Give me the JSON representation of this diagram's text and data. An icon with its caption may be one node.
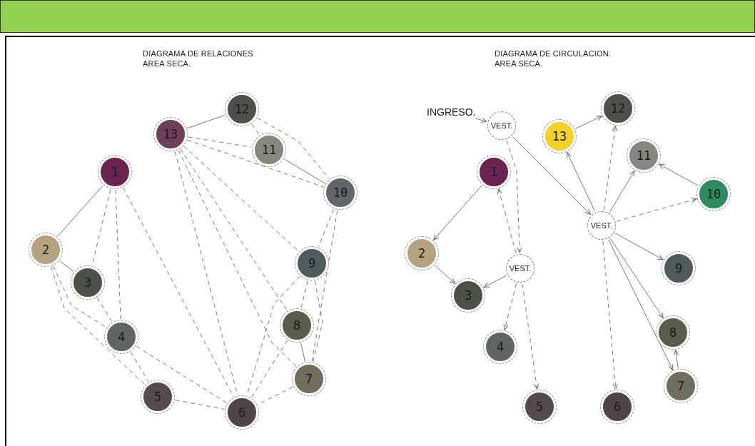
{
  "diagram": {
    "nodes": [
      {
        "text": [
          "1"
        ]
      },
      {
        "text": [
          "2"
        ]
      },
      {
        "text": [
          "3"
        ]
      },
      {
        "text": [
          "4"
        ]
      },
      {
        "text": [
          "5"
        ]
      },
      {
        "text": [
          "6"
        ]
      },
      {
        "text": [
          "7"
        ]
      },
      {
        "text": [
          "8"
        ]
      },
      {
        "text": [
          "9"
        ]
      },
      {
        "text": [
          "10"
        ]
      },
      {
        "text": [
          "11"
        ]
      },
      {
        "text": [
          "12"
        ]
      },
      {
        "text": [
          "13"
        ]
      },
      {
        "text": [
          "INGRESO."
        ]
      },
      {
        "text": [
          "VEST."
        ]
      },
      {
        "text": [
          "1"
        ]
      },
      {
        "text": [
          "2"
        ]
      },
      {
        "text": [
          "3"
        ]
      },
      {
        "text": [
          "4"
        ]
      },
      {
        "text": [
          "5"
        ]
      },
      {
        "text": [
          "6"
        ]
      },
      {
        "text": [
          "7"
        ]
      },
      {
        "text": [
          "8"
        ]
      },
      {
        "text": [
          "9"
        ]
      },
      {
        "text": [
          "10"
        ]
      },
      {
        "text": [
          "11"
        ]
      },
      {
        "text": [
          "12"
        ]
      },
      {
        "text": [
          "13"
        ]
      },
      {
        "text": [
          "VEST."
        ]
      },
      {
        "text": [
          "VEST."
        ]
      }
    ],
    "edges": [
      {
        "from": 0,
        "to": 1,
        "arrow": "none"
      },
      {
        "from": 1,
        "to": 2,
        "arrow": "none"
      },
      {
        "from": 12,
        "to": 11,
        "arrow": "none"
      },
      {
        "from": 10,
        "to": 9,
        "arrow": "none"
      },
      {
        "from": 7,
        "to": 6,
        "arrow": "none"
      },
      {
        "from": 0,
        "to": 2,
        "arrow": "none",
        "style": "dashed"
      },
      {
        "from": 0,
        "to": 3,
        "arrow": "none",
        "style": "dashed"
      },
      {
        "from": 0,
        "to": 5,
        "arrow": "none",
        "style": "dashed"
      },
      {
        "from": 1,
        "to": 3,
        "arrow": "none",
        "style": "dashed"
      },
      {
        "from": 1,
        "to": 4,
        "arrow": "none",
        "style": "dashed"
      },
      {
        "from": 2,
        "to": 3,
        "arrow": "none",
        "style": "dashed"
      },
      {
        "from": 3,
        "to": 4,
        "arrow": "none",
        "style": "dashed"
      },
      {
        "from": 3,
        "to": 5,
        "arrow": "none",
        "style": "dashed"
      },
      {
        "from": 4,
        "to": 5,
        "arrow": "none",
        "style": "dashed"
      },
      {
        "from": 12,
        "to": 10,
        "arrow": "none",
        "style": "dashed"
      },
      {
        "from": 12,
        "to": 9,
        "arrow": "none",
        "style": "dashed"
      },
      {
        "from": 12,
        "to": 8,
        "arrow": "none",
        "style": "dashed"
      },
      {
        "from": 12,
        "to": 7,
        "arrow": "none",
        "style": "dashed"
      },
      {
        "from": 12,
        "to": 6,
        "arrow": "none",
        "style": "dashed"
      },
      {
        "from": 12,
        "to": 5,
        "arrow": "none",
        "style": "dashed"
      },
      {
        "from": 11,
        "to": 10,
        "arrow": "none",
        "style": "dashed"
      },
      {
        "from": 11,
        "to": 9,
        "arrow": "none",
        "style": "dashed"
      },
      {
        "from": 9,
        "to": 8,
        "arrow": "none",
        "style": "dashed"
      },
      {
        "from": 9,
        "to": 6,
        "arrow": "none",
        "style": "dashed"
      },
      {
        "from": 8,
        "to": 7,
        "arrow": "none",
        "style": "dashed"
      },
      {
        "from": 8,
        "to": 6,
        "arrow": "none",
        "style": "dashed"
      },
      {
        "from": 8,
        "to": 5,
        "arrow": "none",
        "style": "dashed"
      },
      {
        "from": 7,
        "to": 5,
        "arrow": "none",
        "style": "dashed"
      },
      {
        "from": 6,
        "to": 5,
        "arrow": "none",
        "style": "dashed"
      },
      {
        "from": 13,
        "to": 14,
        "arrow": "to"
      },
      {
        "from": 14,
        "to": 28,
        "arrow": "to",
        "style": "dashed"
      },
      {
        "from": 14,
        "to": 29,
        "arrow": "to"
      },
      {
        "from": 15,
        "to": 16,
        "arrow": "to"
      },
      {
        "from": 16,
        "to": 17,
        "arrow": "to"
      },
      {
        "from": 28,
        "to": 15,
        "arrow": "to",
        "style": "dashed"
      },
      {
        "from": 28,
        "to": 17,
        "arrow": "to"
      },
      {
        "from": 28,
        "to": 18,
        "arrow": "to",
        "style": "dashed"
      },
      {
        "from": 28,
        "to": 19,
        "arrow": "to",
        "style": "dashed"
      },
      {
        "from": 29,
        "to": 27,
        "arrow": "to"
      },
      {
        "from": 29,
        "to": 26,
        "arrow": "to",
        "style": "dashed"
      },
      {
        "from": 29,
        "to": 25,
        "arrow": "to"
      },
      {
        "from": 29,
        "to": 24,
        "arrow": "to",
        "style": "dashed"
      },
      {
        "from": 29,
        "to": 23,
        "arrow": "to"
      },
      {
        "from": 29,
        "to": 22,
        "arrow": "to"
      },
      {
        "from": 29,
        "to": 21,
        "arrow": "to"
      },
      {
        "from": 29,
        "to": 20,
        "arrow": "to",
        "style": "dashed"
      },
      {
        "from": 27,
        "to": 26,
        "arrow": "to"
      },
      {
        "from": 24,
        "to": 25,
        "arrow": "to"
      },
      {
        "from": 21,
        "to": 22,
        "arrow": "to"
      }
    ],
    "labels": [
      "DIAGRAMA DE RELACIONES AREA SECA.",
      "DIAGRAMA DE CIRCULACION. AREA SECA."
    ]
  }
}
